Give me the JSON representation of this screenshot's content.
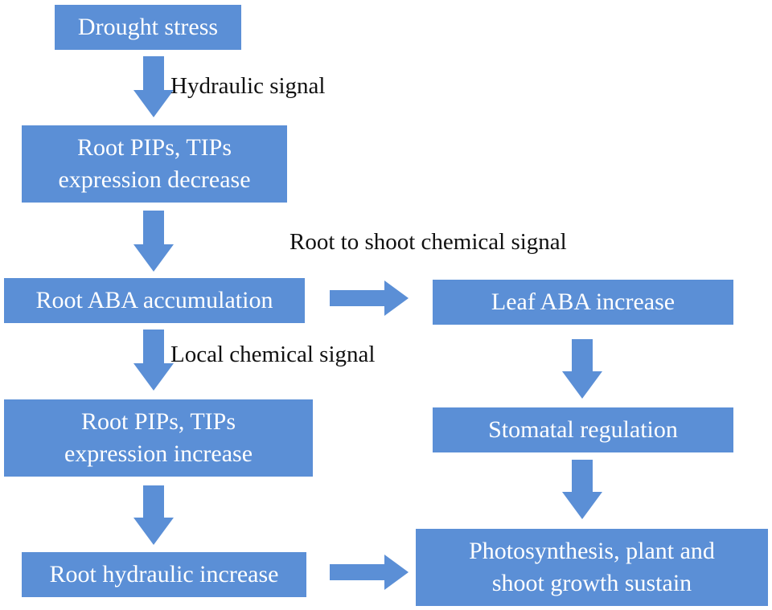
{
  "colors": {
    "box_fill": "#5b8fd6",
    "box_text": "#ffffff",
    "arrow": "#5b8fd6",
    "label_text": "#111111"
  },
  "nodes": {
    "drought": "Drought stress",
    "pips_decrease_line1": "Root PIPs, TIPs",
    "pips_decrease_line2": "expression decrease",
    "root_aba": "Root ABA accumulation",
    "leaf_aba": "Leaf ABA increase",
    "pips_increase_line1": "Root PIPs, TIPs",
    "pips_increase_line2": "expression increase",
    "stomatal": "Stomatal regulation",
    "root_hydraulic": "Root hydraulic increase",
    "photosynthesis_line1": "Photosynthesis, plant and",
    "photosynthesis_line2": "shoot growth sustain"
  },
  "edge_labels": {
    "hydraulic_signal": "Hydraulic signal",
    "root_to_shoot": "Root to shoot chemical signal",
    "local_chemical": "Local chemical signal"
  }
}
